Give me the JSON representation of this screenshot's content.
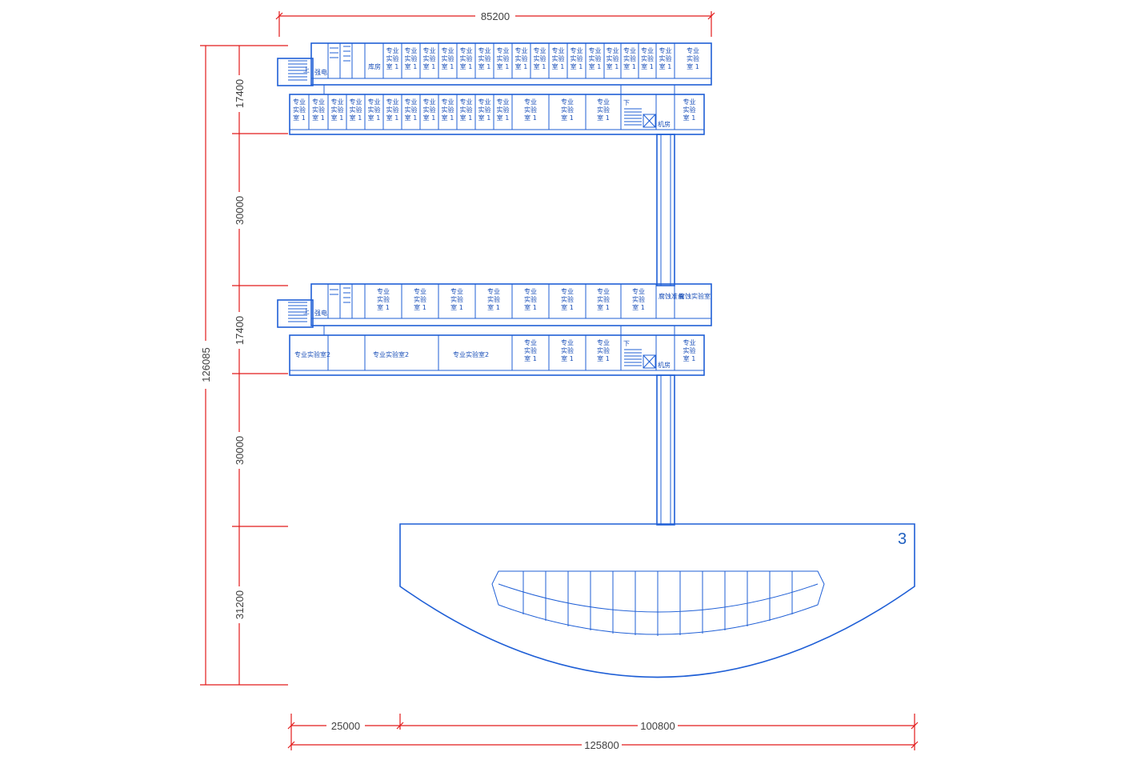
{
  "colors": {
    "wall": "#1f5fd6",
    "dimension": "#e21a1a",
    "text": "#404040"
  },
  "dimensions": {
    "top_width": "85200",
    "total_height": "126085",
    "seg_17400_a": "17400",
    "seg_30000_a": "30000",
    "seg_17400_b": "17400",
    "seg_30000_b": "30000",
    "seg_31200": "31200",
    "bottom_left": "25000",
    "bottom_right": "100800",
    "bottom_total": "125800"
  },
  "labels": {
    "building_number": "3",
    "lab1_line1": "专业",
    "lab1_line2": "实验",
    "lab1_line3": "室 1",
    "lab2": "专业实验室2",
    "machine_room": "机房",
    "corrosion_prep": "腐蚀准备",
    "corrosion_lab": "腐蚀实验室",
    "storage": "库房",
    "up": "上",
    "down": "下",
    "electric": "强电"
  }
}
